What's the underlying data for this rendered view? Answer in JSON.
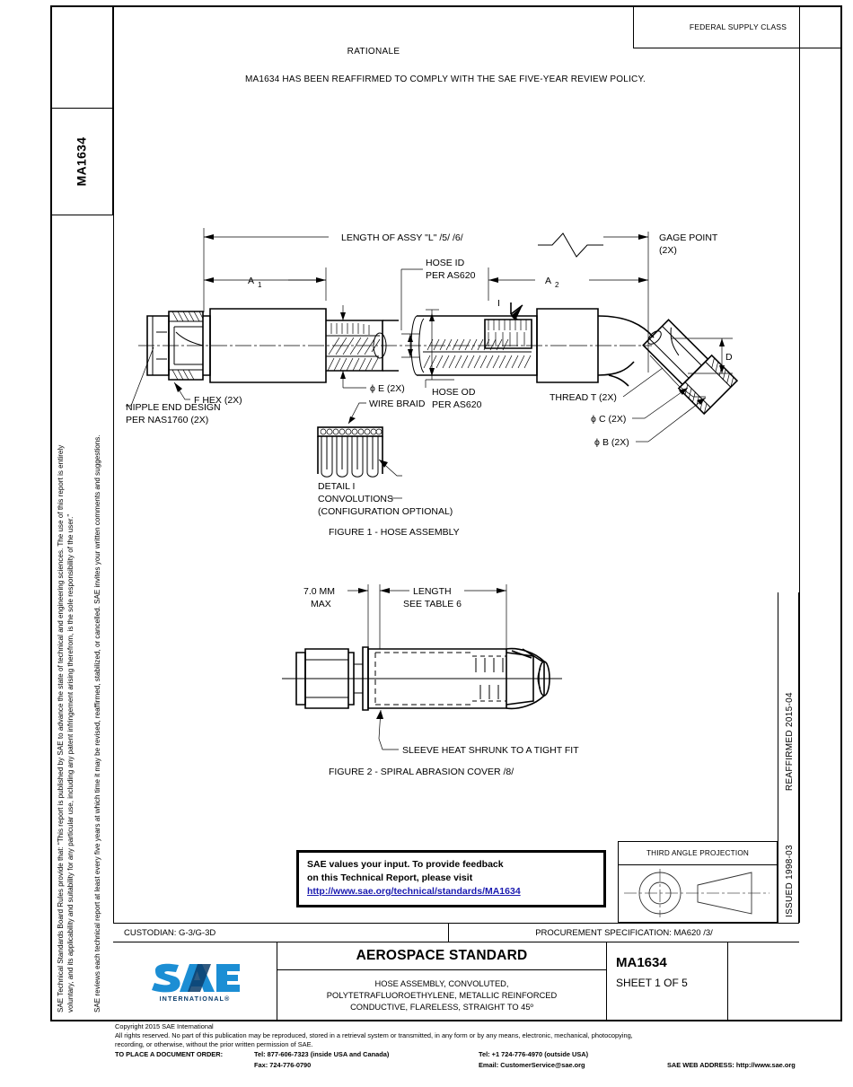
{
  "document": {
    "number": "MA1634",
    "sheet": "SHEET 1 OF 5",
    "standard_type": "AEROSPACE STANDARD",
    "title_lines": [
      "HOSE ASSEMBLY, CONVOLUTED,",
      "POLYTETRAFLUOROETHYLENE, METALLIC REINFORCED",
      "CONDUCTIVE, FLARELESS, STRAIGHT TO 45º"
    ],
    "federal_supply_class": "FEDERAL SUPPLY CLASS",
    "issued": "ISSUED 1998-03",
    "reaffirmed": "REAFFIRMED 2015-04",
    "custodian": "CUSTODIAN: G-3/G-3D",
    "procurement": "PROCUREMENT SPECIFICATION: MA620 /3/"
  },
  "rationale": {
    "heading": "RATIONALE",
    "body": "MA1634 HAS BEEN REAFFIRMED TO COMPLY WITH THE SAE FIVE-YEAR REVIEW POLICY."
  },
  "legal_sidebar": {
    "paragraph1": "SAE Technical Standards Board Rules provide that: “This report is published by SAE to advance the state of technical and engineering sciences. The use of this report is entirely",
    "paragraph1b": "voluntary, and its applicability and suitability for any particular use, including any patent infringement arising therefrom, is the sole responsibility of the user.”",
    "paragraph2": "SAE reviews each technical report at least every five years at which time it may be revised, reaffirmed, stabilized, or cancelled. SAE invites your written comments and suggestions."
  },
  "figure1": {
    "caption": "FIGURE 1 - HOSE ASSEMBLY",
    "labels": {
      "length_assy": "LENGTH OF ASSY \"L\" /5/ /6/",
      "a1": "A",
      "a1_sub": "1",
      "a2": "A",
      "a2_sub": "2",
      "hose_id_1": "HOSE ID",
      "hose_id_2": "PER AS620",
      "hose_od_1": "HOSE OD",
      "hose_od_2": "PER AS620",
      "gage_point_1": "GAGE POINT",
      "gage_point_2": "(2X)",
      "f_hex": "F HEX (2X)",
      "phi_e": "E (2X)",
      "nipple_1": "NIPPLE END DESIGN",
      "nipple_2": "PER NAS1760 (2X)",
      "wire_braid": "WIRE BRAID",
      "thread_t": "THREAD T (2X)",
      "phi_c": "C (2X)",
      "phi_b": "B (2X)",
      "d": "D",
      "detail_1": "DETAIL I",
      "detail_2": "CONVOLUTIONS",
      "detail_3": "(CONFIGURATION OPTIONAL)"
    }
  },
  "figure2": {
    "caption": "FIGURE 2 - SPIRAL ABRASION COVER /8/",
    "labels": {
      "max_1": "7.0 MM",
      "max_2": "MAX",
      "length_1": "LENGTH",
      "length_2": "SEE TABLE 6",
      "sleeve": "SLEEVE HEAT SHRUNK TO A TIGHT FIT"
    }
  },
  "feedback": {
    "line1": "SAE values your input. To provide feedback",
    "line2": "on this Technical Report, please visit",
    "link": "http://www.sae.org/technical/standards/MA1634",
    "link_color": "#1a1ab0"
  },
  "projection": {
    "title": "THIRD ANGLE PROJECTION"
  },
  "logo": {
    "mark": "SAE",
    "sub": "INTERNATIONAL®",
    "color": "#1c8ed4",
    "dark_color": "#0b3d6b"
  },
  "footer": {
    "copyright": "Copyright 2015 SAE International",
    "rights1": "All rights reserved. No part of this publication may be reproduced, stored in a retrieval system or transmitted, in any form or by any means, electronic, mechanical, photocopying,",
    "rights2": "recording, or otherwise, without the prior written permission of SAE.",
    "order_label": "TO PLACE A DOCUMENT ORDER:",
    "tel_inside": "Tel: 877-606-7323 (inside USA and Canada)",
    "tel_outside": "Tel: +1 724-776-4970 (outside USA)",
    "fax": "Fax: 724-776-0790",
    "email": "Email: CustomerService@sae.org",
    "web": "SAE WEB ADDRESS: http://www.sae.org"
  }
}
